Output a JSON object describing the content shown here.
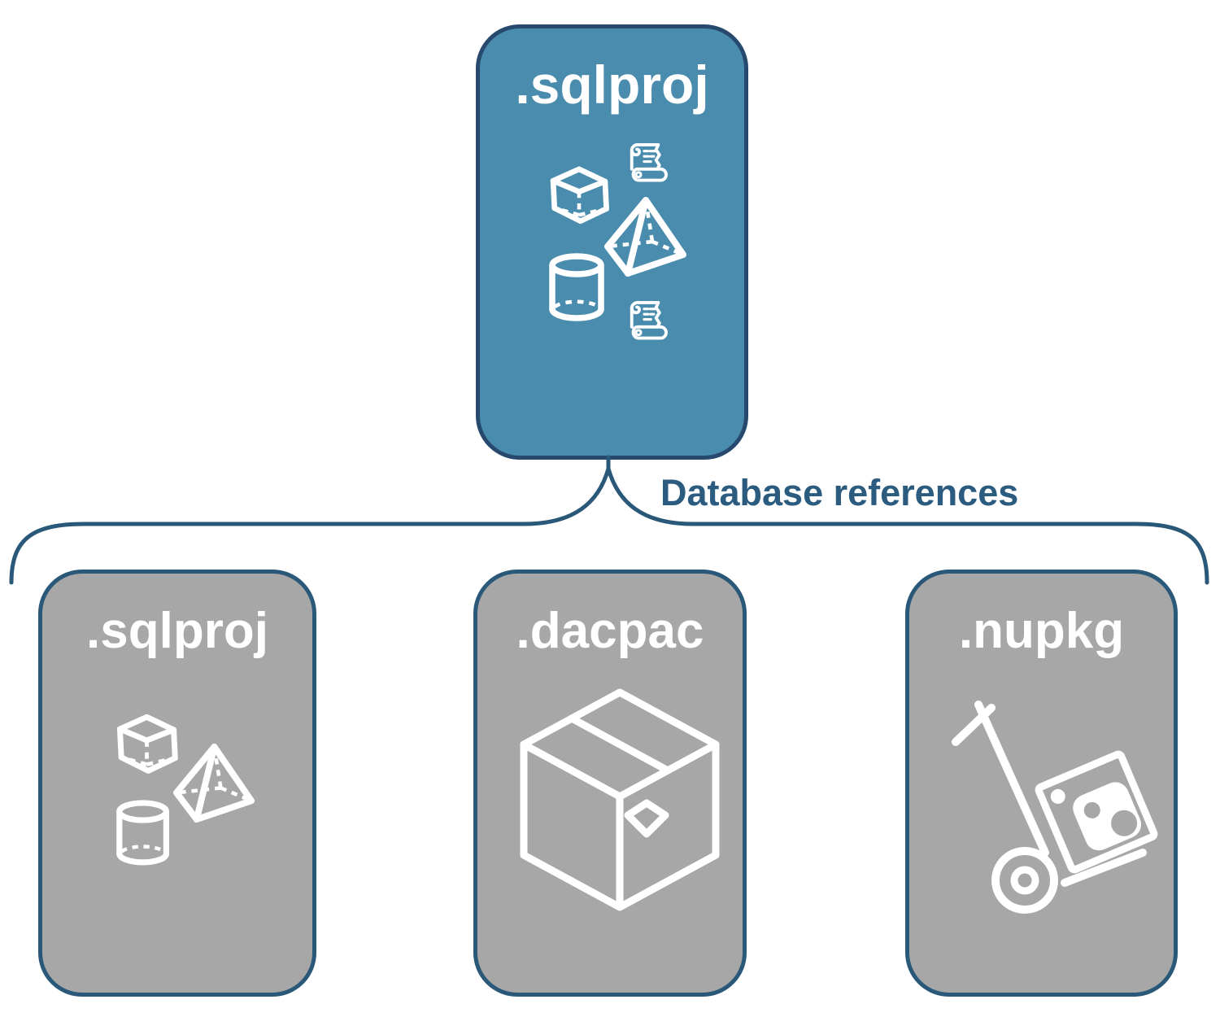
{
  "colors": {
    "parent_fill": "#4a8cad",
    "parent_border": "#26496d",
    "child_fill": "#a7a7a7",
    "child_border": "#2a5878",
    "connector": "#2a5878",
    "label_text": "#2b5b7e",
    "icon_stroke": "#ffffff"
  },
  "connector": {
    "label": "Database references"
  },
  "nodes": {
    "parent": {
      "title": ".sqlproj",
      "icons": [
        "cube-icon",
        "scroll-icon",
        "pyramid-icon",
        "cylinder-icon",
        "scroll-icon"
      ]
    },
    "children": [
      {
        "title": ".sqlproj",
        "icons": [
          "cube-icon",
          "pyramid-icon",
          "cylinder-icon"
        ]
      },
      {
        "title": ".dacpac",
        "icons": [
          "package-box-icon"
        ]
      },
      {
        "title": ".nupkg",
        "icons": [
          "nuget-hand-truck-icon"
        ]
      }
    ]
  }
}
